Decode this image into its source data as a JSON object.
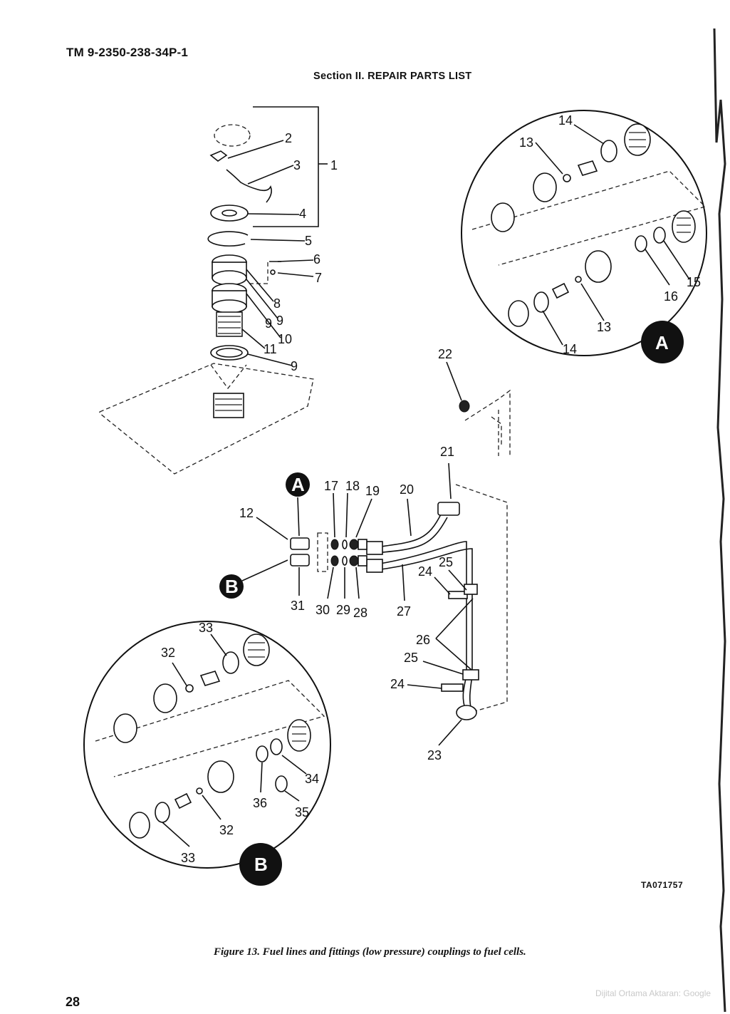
{
  "header": {
    "doc_number": "TM 9-2350-238-34P-1",
    "section_title": "Section II.  REPAIR PARTS LIST"
  },
  "figure": {
    "caption": "Figure 13.  Fuel lines and fittings (low pressure) couplings to fuel cells.",
    "drawing_code": "TA071757",
    "detail_labels": [
      "A",
      "B"
    ],
    "item_numbers": [
      "1",
      "2",
      "3",
      "4",
      "5",
      "6",
      "7",
      "8",
      "9",
      "10",
      "11",
      "12",
      "13",
      "14",
      "15",
      "16",
      "17",
      "18",
      "19",
      "20",
      "21",
      "22",
      "23",
      "24",
      "25",
      "26",
      "27",
      "28",
      "29",
      "30",
      "31",
      "32",
      "33",
      "34",
      "35",
      "36"
    ]
  },
  "footer": {
    "page_number": "28",
    "watermark": "Dijital Ortama Aktaran: Google"
  }
}
